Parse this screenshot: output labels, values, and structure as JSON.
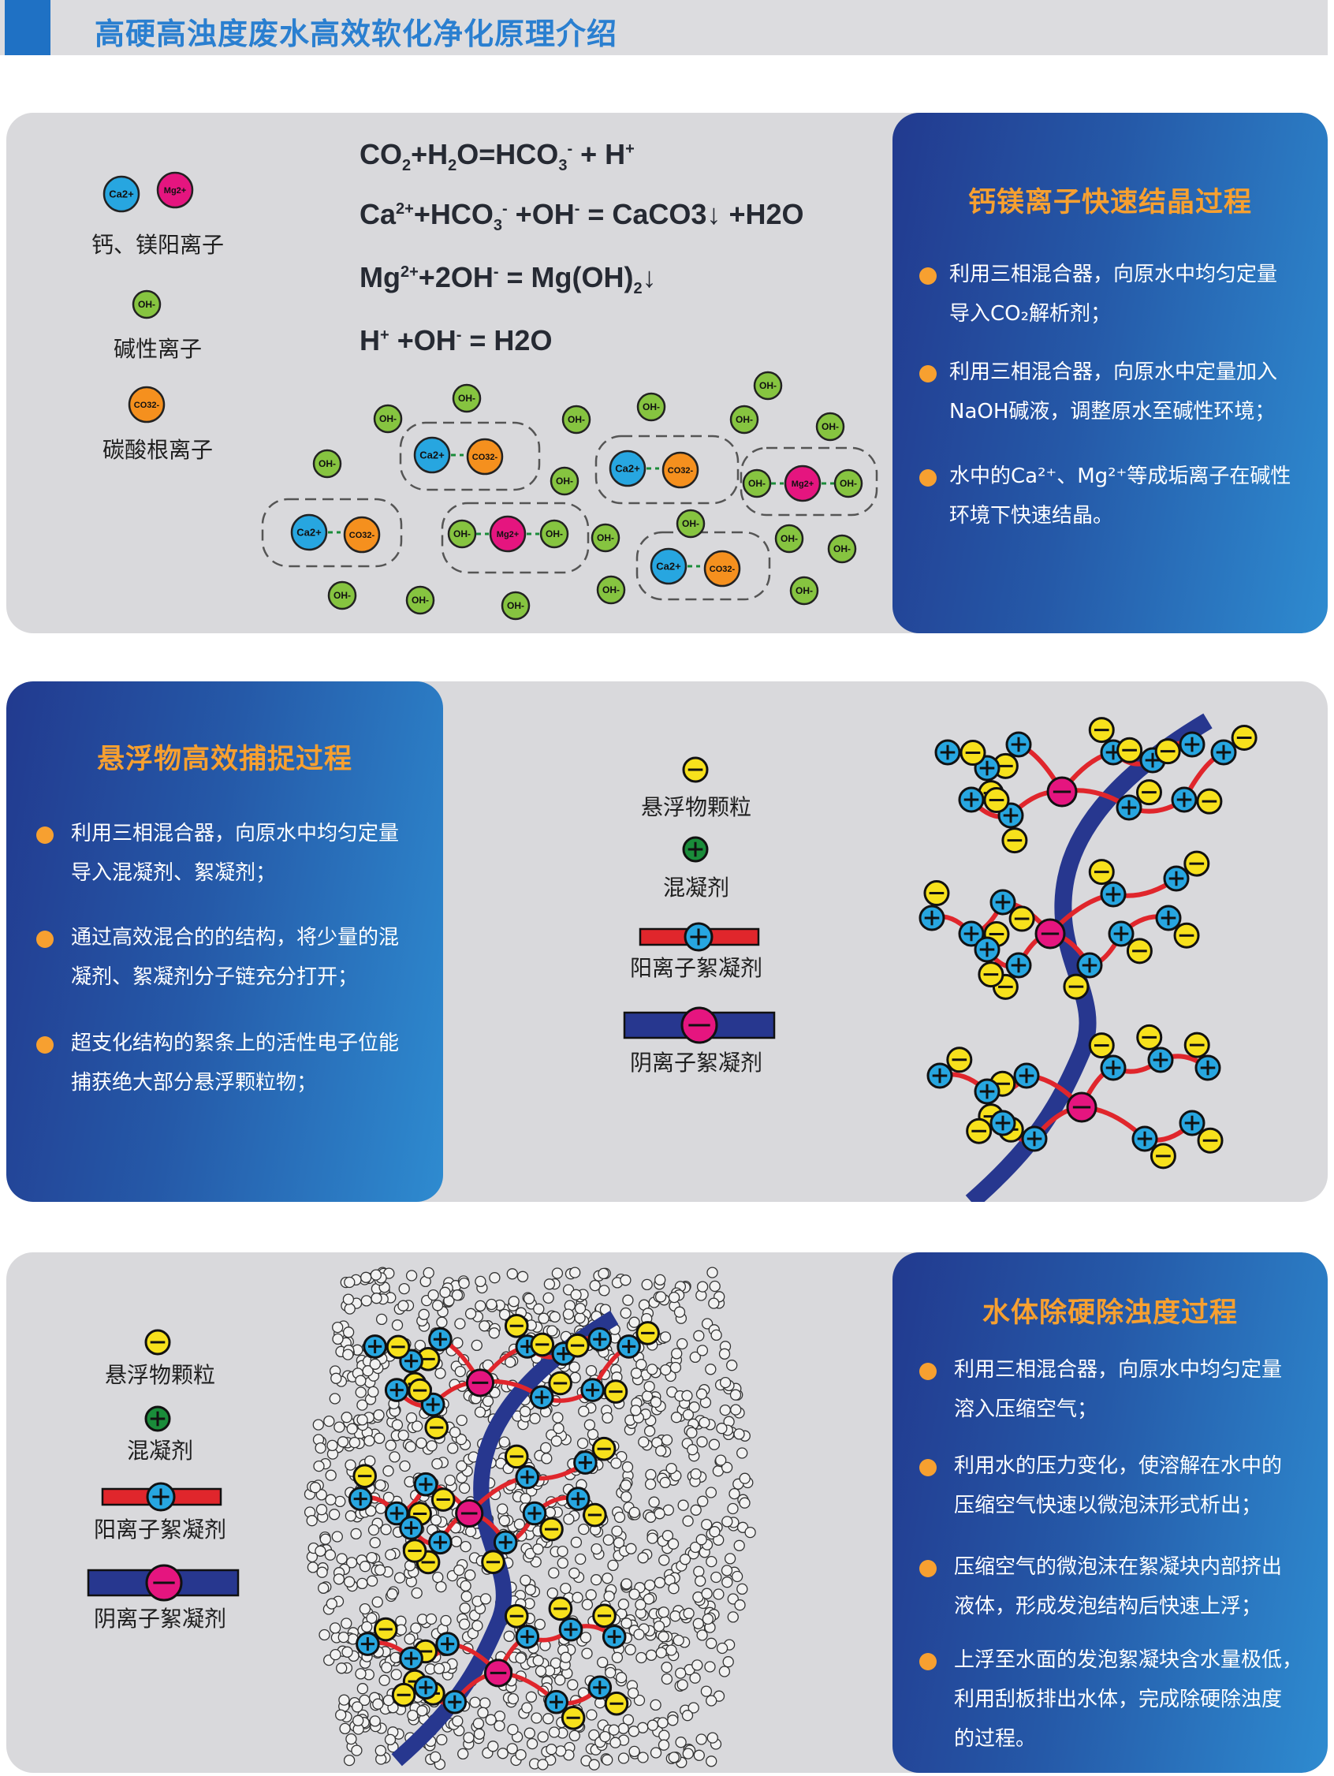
{
  "header": {
    "title": "高硬高浊度废水高效软化净化原理介绍"
  },
  "colors": {
    "ca_ion": "#27a6e0",
    "mg_ion": "#e5157f",
    "oh_ion": "#86c440",
    "co3_ion": "#f5901e",
    "particle": "#f7e11c",
    "coagulant": "#1a8c3a",
    "cationic_chain": "#e0262c",
    "anionic_chain": "#27378f",
    "accent_orange": "#f7a030",
    "panel_bg": "#d9d9dc"
  },
  "section1": {
    "legend": {
      "ions_label": "钙、镁阳离子",
      "alkaline_label": "碱性离子",
      "carbonate_label": "碳酸根离子"
    },
    "ion_symbols": {
      "ca": "Ca2+",
      "mg": "Mg2+",
      "oh": "OH-",
      "co3": "CO32-"
    },
    "equations": [
      "CO2+H2O=HCO3- + H+",
      "Ca2++HCO3- +OH- = CaCO3↓ +H2O",
      "Mg2++2OH- = Mg(OH)2↓",
      "H+ +OH- = H2O"
    ],
    "box_title": "钙镁离子快速结晶过程",
    "bullets": [
      "利用三相混合器，向原水中均匀定量\n导入CO₂解析剂；",
      "利用三相混合器，向原水中定量加入\nNaOH碱液，调整原水至碱性环境；",
      "水中的Ca²⁺、Mg²⁺等成垢离子在碱性\n环境下快速结晶。"
    ]
  },
  "section2": {
    "box_title": "悬浮物高效捕捉过程",
    "bullets": [
      "利用三相混合器，向原水中均匀定量\n导入混凝剂、絮凝剂；",
      "通过高效混合的的结构，将少量的混\n凝剂、絮凝剂分子链充分打开；",
      "超支化结构的絮条上的活性电子位能\n捕获绝大部分悬浮颗粒物；"
    ],
    "legend": {
      "particle_label": "悬浮物颗粒",
      "coagulant_label": "混凝剂",
      "cationic_label": "阳离子絮凝剂",
      "anionic_label": "阴离子絮凝剂"
    }
  },
  "section3": {
    "box_title": "水体除硬除浊度过程",
    "bullets": [
      "利用三相混合器，向原水中均匀定量\n溶入压缩空气；",
      "利用水的压力变化，使溶解在水中的\n压缩空气快速以微泡沫形式析出；",
      "压缩空气的微泡沫在絮凝块内部挤出\n液体，形成发泡结构后快速上浮；",
      "上浮至水面的发泡絮凝块含水量极低，\n利用刮板排出水体，完成除硬除浊度\n的过程。"
    ],
    "legend": {
      "particle_label": "悬浮物颗粒",
      "coagulant_label": "混凝剂",
      "cationic_label": "阳离子絮凝剂",
      "anionic_label": "阴离子絮凝剂"
    }
  }
}
